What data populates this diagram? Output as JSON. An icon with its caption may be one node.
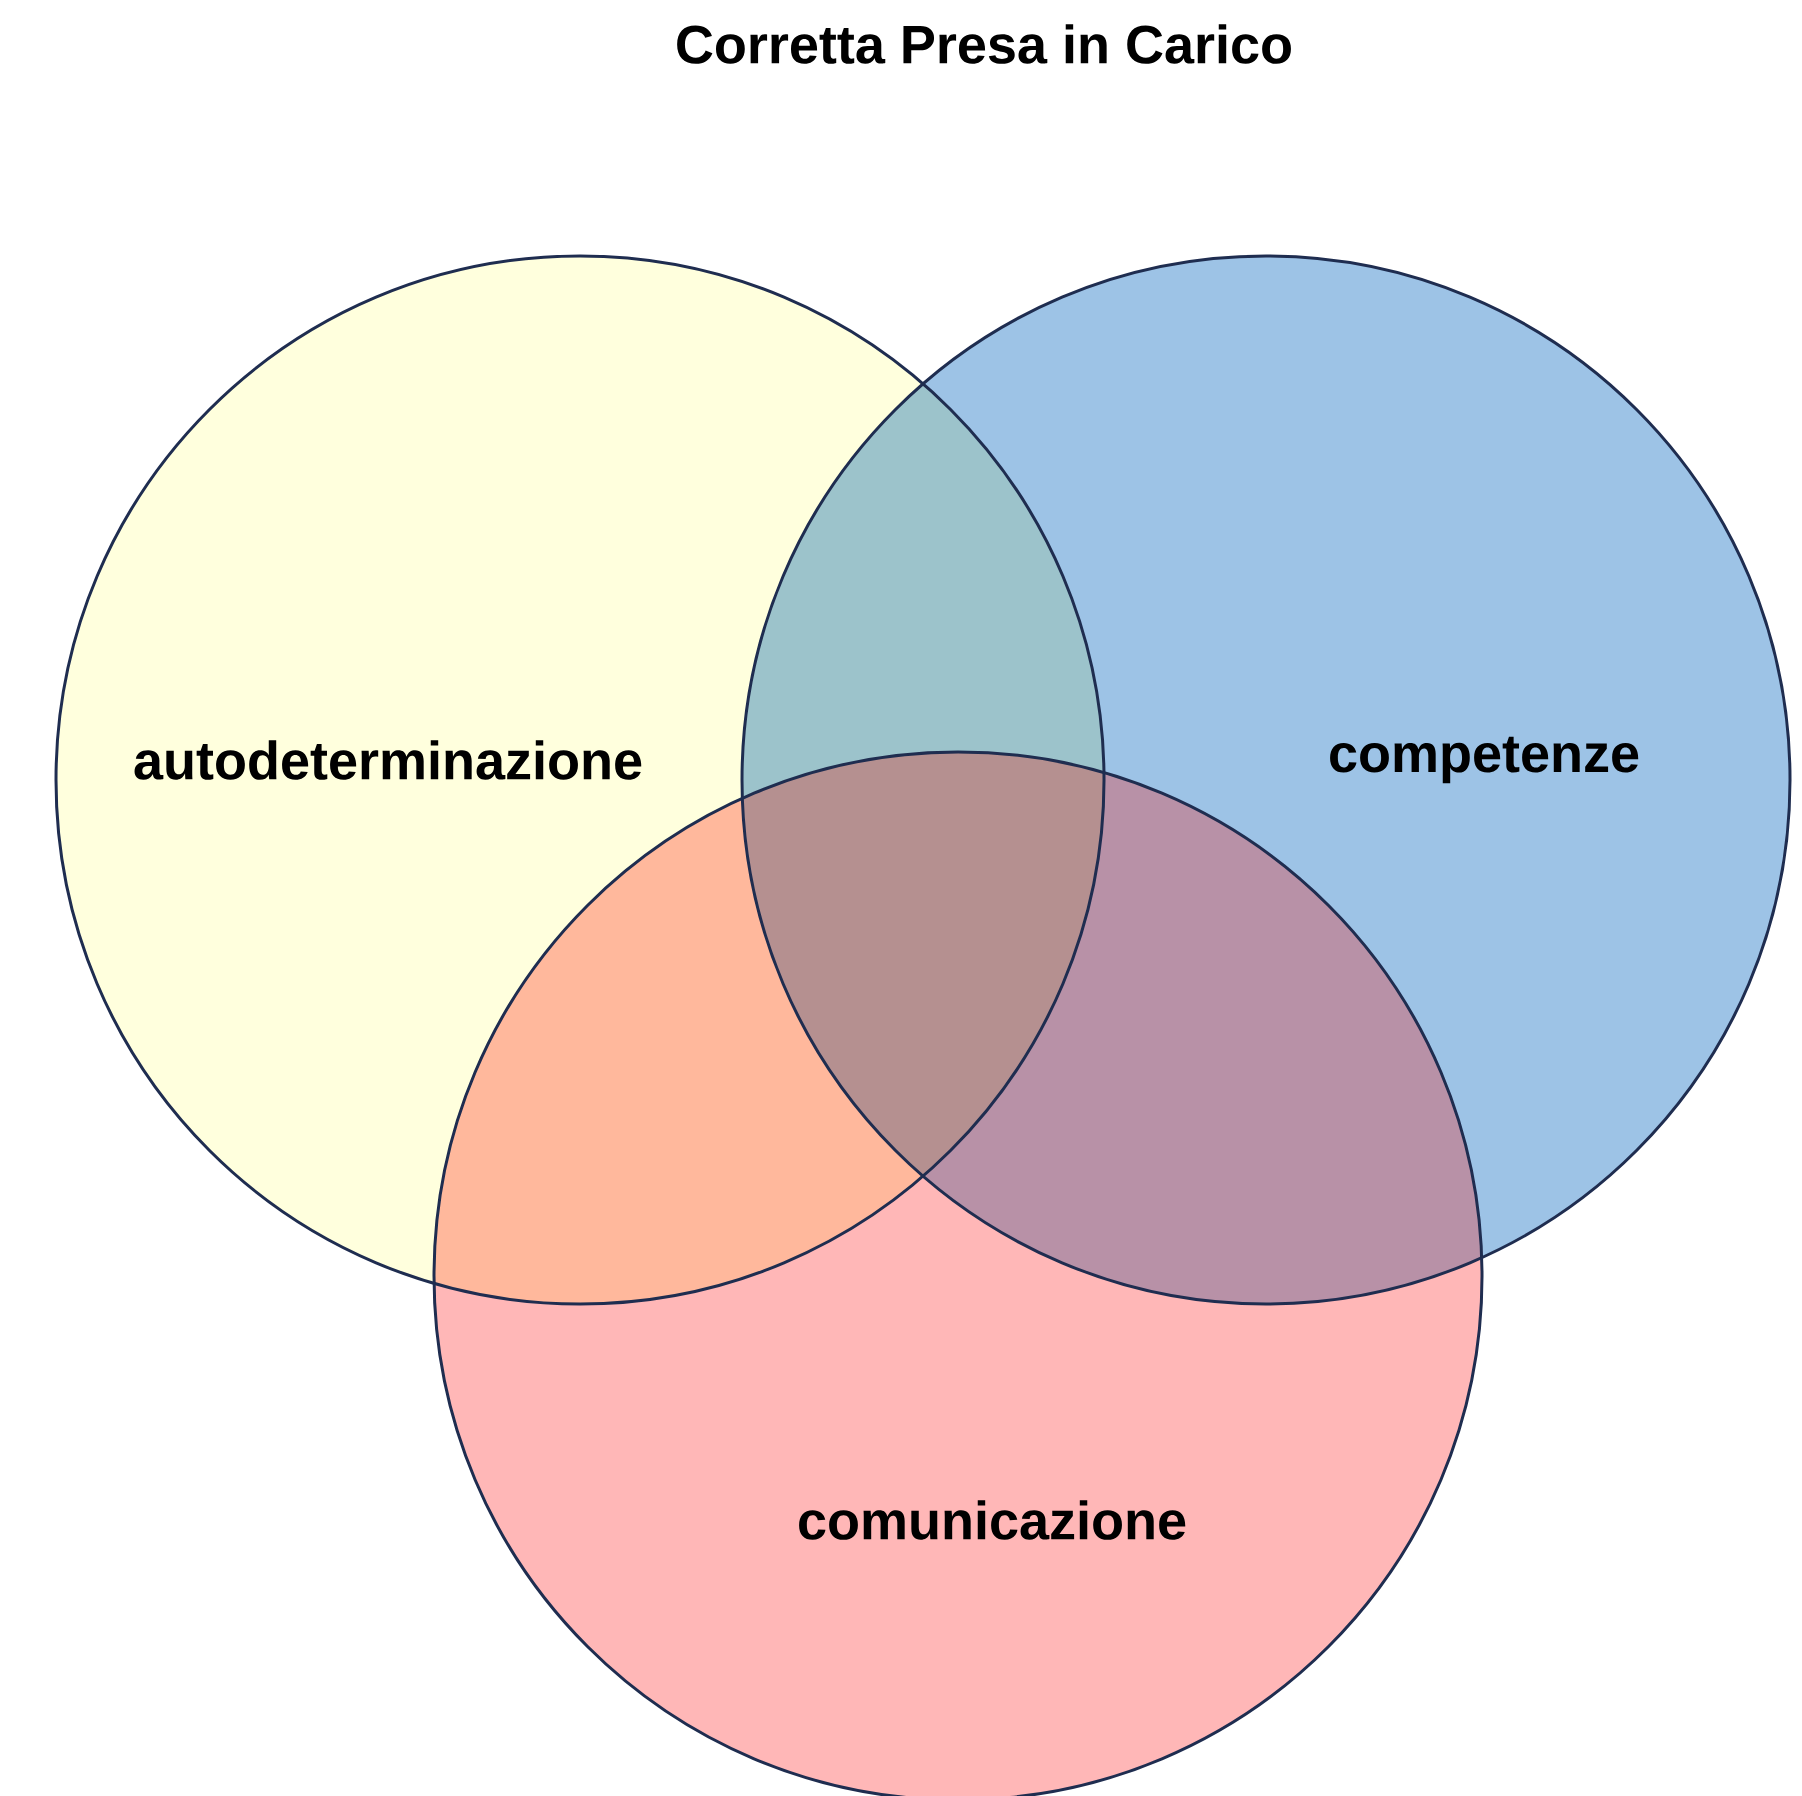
{
  "diagram": {
    "title": "Corretta Presa in Carico",
    "nodes": [
      {
        "text": [
          "autodeterminazione"
        ]
      },
      {
        "text": [
          "competenze"
        ]
      },
      {
        "text": [
          "comunicazione"
        ]
      }
    ]
  }
}
